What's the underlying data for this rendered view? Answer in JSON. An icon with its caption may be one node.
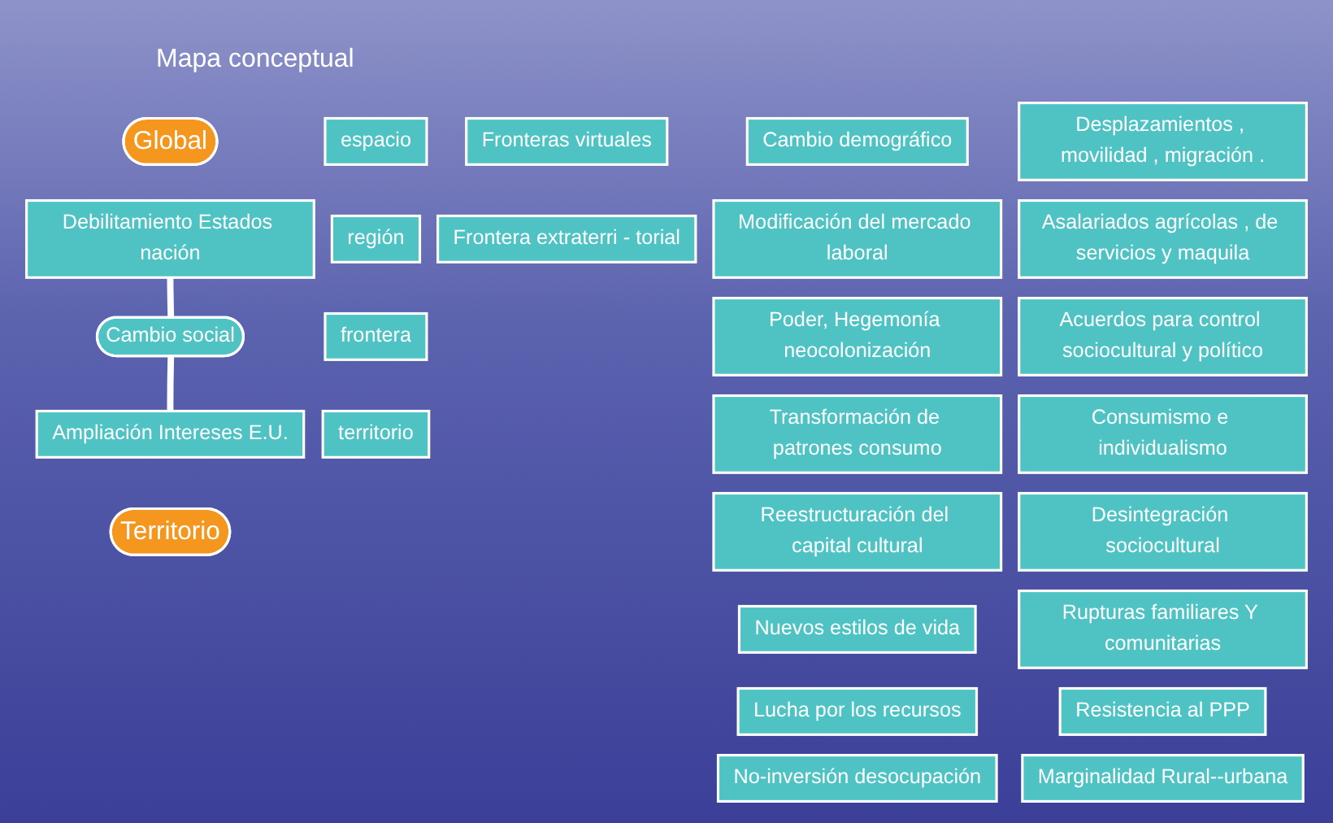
{
  "diagram": {
    "title": "Mapa conceptual",
    "nodes": [
      {
        "text": [
          "Global"
        ]
      },
      {
        "text": [
          "Debilitamiento Estados nación"
        ]
      },
      {
        "text": [
          "Fronteras virtuales"
        ]
      },
      {
        "text": [
          "espacio"
        ]
      },
      {
        "text": [
          "región"
        ]
      },
      {
        "text": [
          "Cambio social"
        ]
      },
      {
        "text": [
          "Ampliación Intereses E.U."
        ]
      },
      {
        "text": [
          "Frontera extraterri - torial"
        ]
      },
      {
        "text": [
          "frontera"
        ]
      },
      {
        "text": [
          "territorio"
        ]
      },
      {
        "text": [
          "Territorio"
        ]
      },
      {
        "text": [
          "Cambio demográfico"
        ]
      },
      {
        "text": [
          "Modificación del mercado laboral"
        ]
      },
      {
        "text": [
          "Poder, Hegemonía neocolonización"
        ]
      },
      {
        "text": [
          "Transformación de patrones consumo"
        ]
      },
      {
        "text": [
          "Reestructuración del capital cultural"
        ]
      },
      {
        "text": [
          "Nuevos estilos de vida"
        ]
      },
      {
        "text": [
          "Lucha por los recursos"
        ]
      },
      {
        "text": [
          "No-inversión desocupación"
        ]
      },
      {
        "text": [
          "Desplazamientos , movilidad , migración ."
        ]
      },
      {
        "text": [
          "Asalariados agrícolas , de servicios y maquila"
        ]
      },
      {
        "text": [
          "Acuerdos para control sociocultural y político"
        ]
      },
      {
        "text": [
          "Consumismo e individualismo"
        ]
      },
      {
        "text": [
          "Desintegración sociocultural"
        ]
      },
      {
        "text": [
          "Rupturas familiares Y comunitarias"
        ]
      },
      {
        "text": [
          "Resistencia al PPP"
        ]
      },
      {
        "text": [
          "Marginalidad Rural--urbana"
        ]
      }
    ],
    "edges": [
      {
        "from": 1,
        "to": 5,
        "arrow": "none"
      },
      {
        "from": 5,
        "to": 6,
        "arrow": "none"
      }
    ]
  }
}
